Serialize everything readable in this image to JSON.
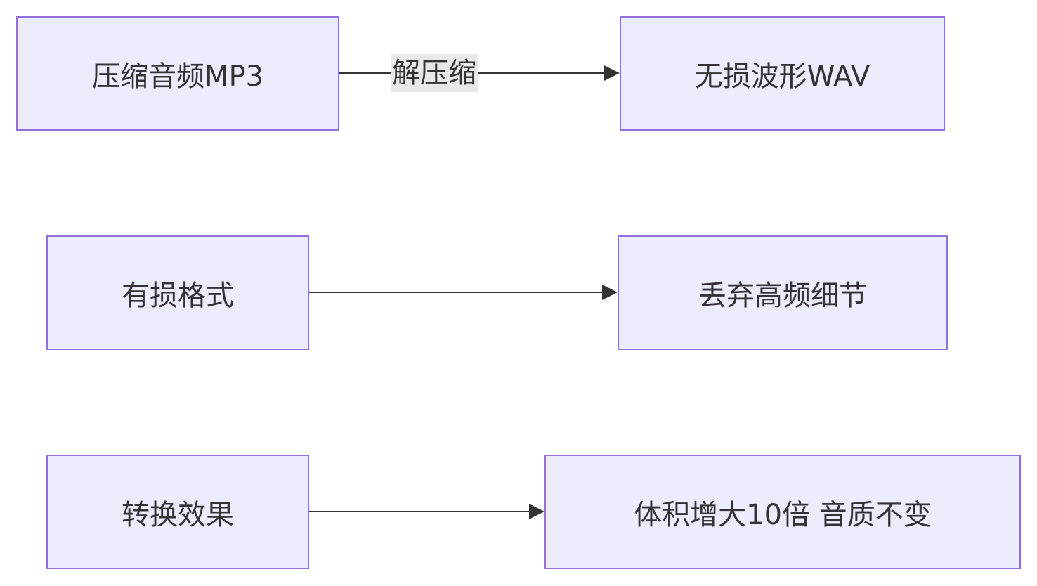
{
  "nodes": {
    "mp3": "压缩音频MP3",
    "wav": "无损波形WAV",
    "lossy": "有损格式",
    "discard": "丢弃高频细节",
    "effect": "转换效果",
    "result": "体积增大10倍 音质不变"
  },
  "edges": {
    "decompress_label": "解压缩"
  },
  "colors": {
    "node_fill": "#ececff",
    "node_border": "#9370db",
    "edge": "#333333",
    "label_bg": "#e8e8e8"
  }
}
